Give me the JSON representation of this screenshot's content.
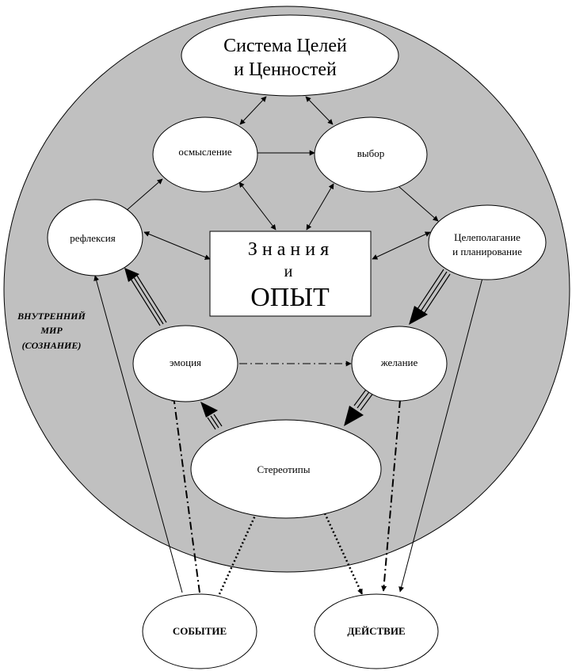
{
  "colors": {
    "background_circle": "#c0c0c0",
    "node_fill": "#ffffff",
    "stroke": "#000000"
  },
  "nodes": {
    "goals": {
      "line1": "Система Целей",
      "line2": "и Ценностей"
    },
    "comprehension": {
      "label": "осмысление"
    },
    "choice": {
      "label": "выбор"
    },
    "reflection": {
      "label": "рефлексия"
    },
    "knowledge": {
      "line1": "З н а н и я",
      "line2": "и",
      "line3": "ОПЫТ"
    },
    "planning": {
      "line1": "Целеполагание",
      "line2": "и планирование"
    },
    "emotion": {
      "label": "эмоция"
    },
    "desire": {
      "label": "желание"
    },
    "stereotypes": {
      "label": "Стереотипы"
    },
    "event": {
      "label": "СОБЫТИЕ"
    },
    "action": {
      "label": "ДЕЙСТВИЕ"
    }
  },
  "inner_world": {
    "line1": "ВНУТРЕННИЙ",
    "line2": "МИР",
    "line3": "(СОЗНАНИЕ)"
  }
}
